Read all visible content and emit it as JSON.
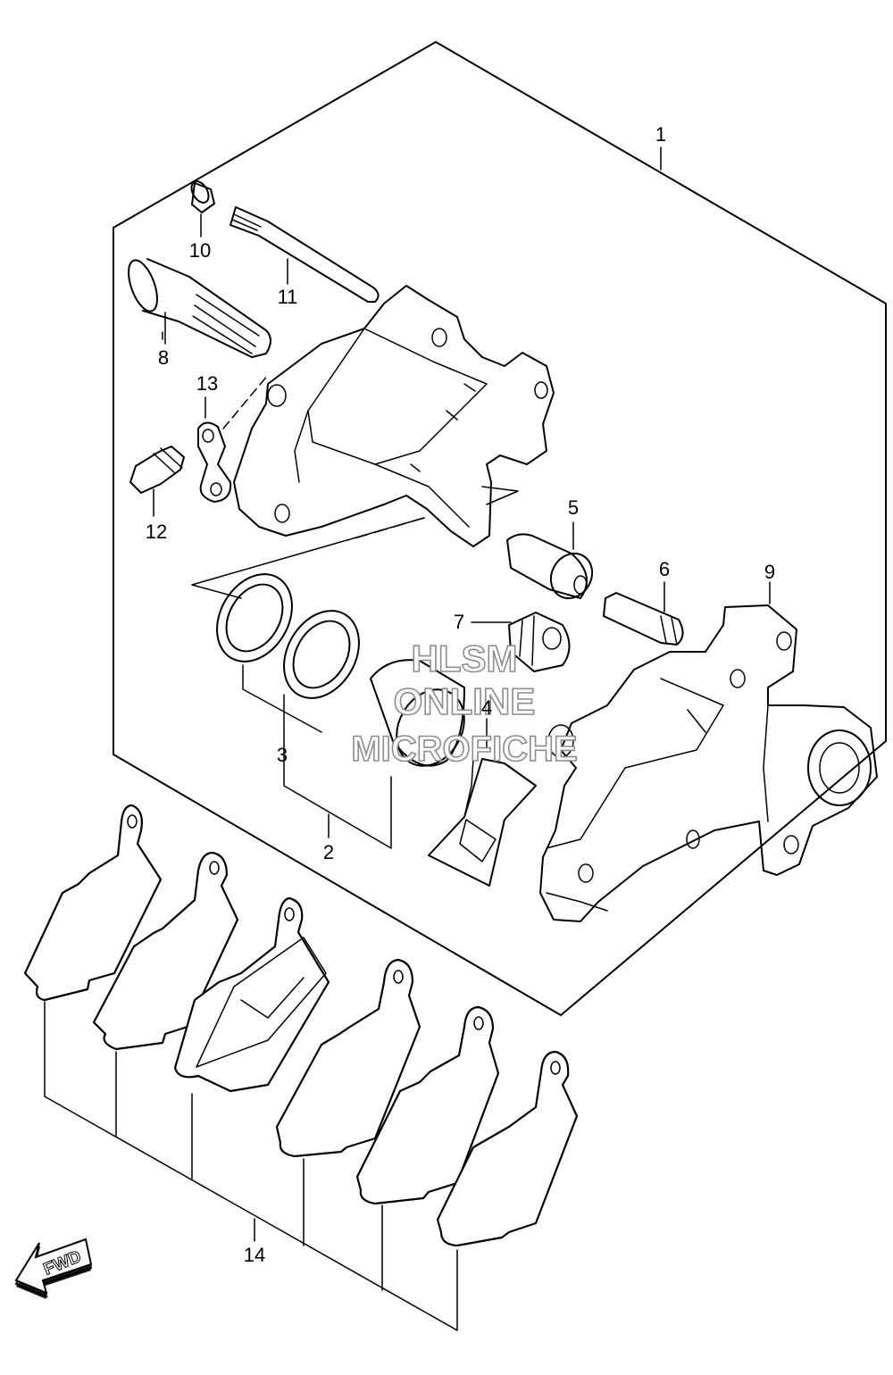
{
  "callouts": {
    "c1": "1",
    "c2": "2",
    "c3": "3",
    "c4": "4",
    "c5": "5",
    "c6": "6",
    "c7": "7",
    "c8": "8",
    "c9": "9",
    "c10": "10",
    "c11": "11",
    "c12": "12",
    "c13": "13",
    "c14": "14"
  },
  "watermark": {
    "line1": "HLSM",
    "line2": "ONLINE",
    "line3": "MICROFICHE"
  },
  "fwd_arrow": {
    "label": "FWD"
  }
}
